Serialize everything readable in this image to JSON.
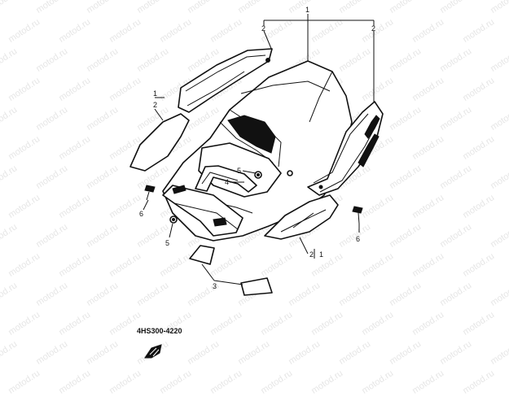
{
  "watermark": "motod.ru",
  "callouts": {
    "c1_top": "1",
    "c2_left": "2",
    "c2_right": "2",
    "c1_side": "1",
    "c2_side": "2",
    "c3": "3",
    "c4": "4",
    "c5_upper": "5",
    "c5_lower": "5",
    "c6_left": "6",
    "c6_right": "6",
    "c2_bottom": "2",
    "c1_bottom": "1"
  },
  "diagram_code": "4HS300-4220"
}
